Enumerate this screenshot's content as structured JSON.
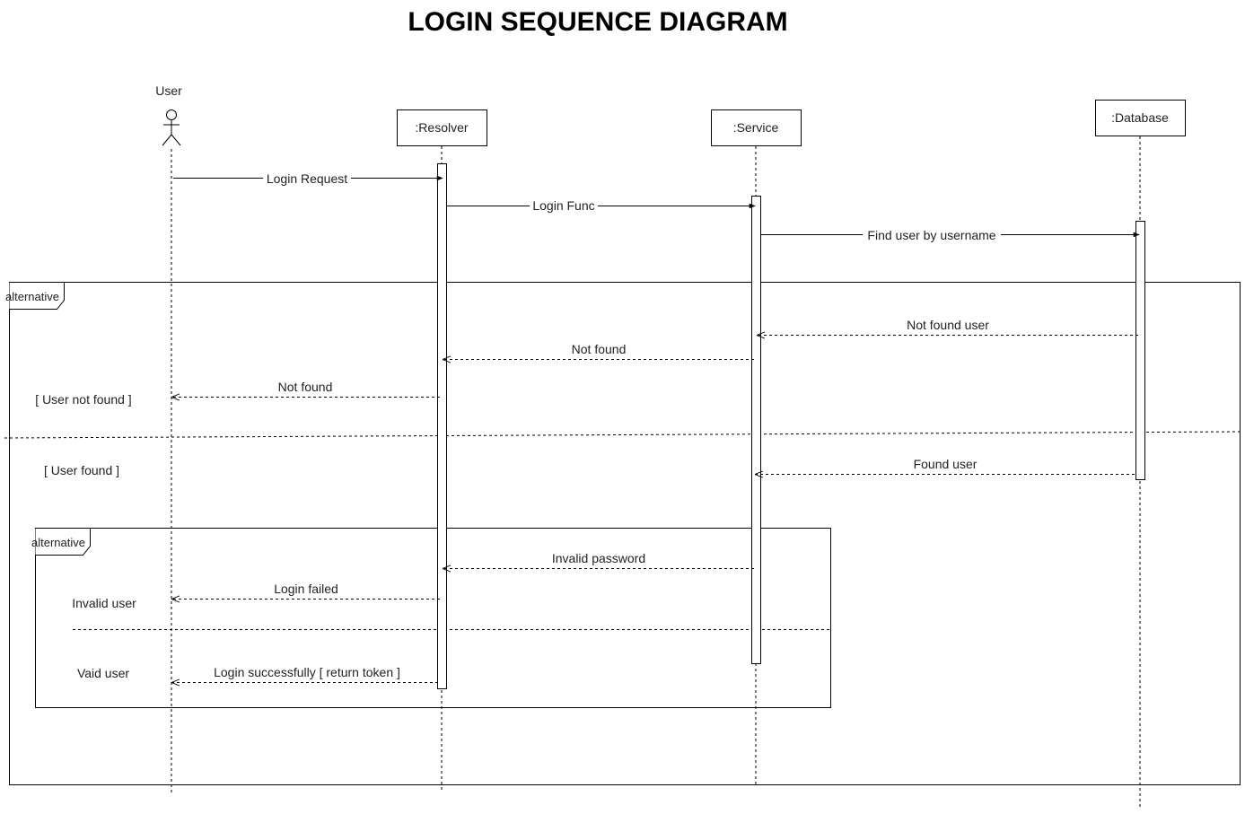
{
  "title": "LOGIN SEQUENCE DIAGRAM",
  "participants": {
    "user": "User",
    "resolver": ":Resolver",
    "service": ":Service",
    "database": ":Database"
  },
  "messages": {
    "login_request": "Login Request",
    "login_func": "Login Func",
    "find_user": "Find user by username",
    "not_found_user": "Not found user",
    "not_found_1": "Not found",
    "not_found_2": "Not found",
    "found_user": "Found user",
    "invalid_password": "Invalid password",
    "login_failed": "Login failed",
    "login_success": "Login successfully [ return token ]"
  },
  "fragments": {
    "outer": {
      "label": "alternative",
      "guard_1": "[ User not found ]",
      "guard_2": "[ User found ]"
    },
    "inner": {
      "label": "alternative",
      "guard_1": "Invalid user",
      "guard_2": "Vaid user"
    }
  },
  "colors": {
    "line": "#000000",
    "text": "#222222",
    "background": "#ffffff"
  }
}
